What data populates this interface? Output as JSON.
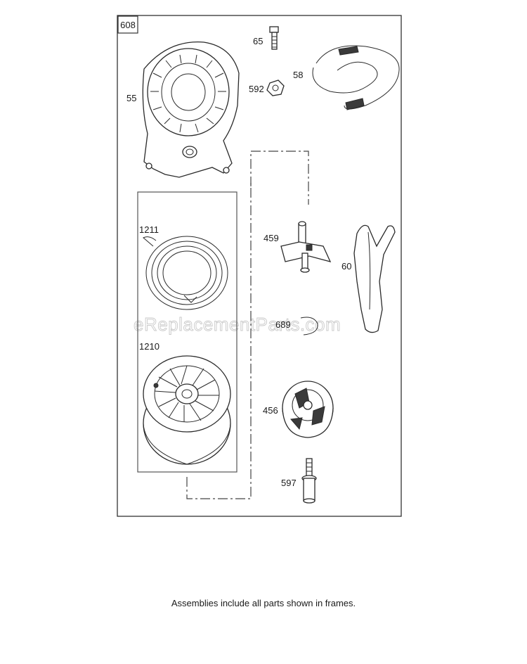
{
  "diagram": {
    "assembly_number": "608",
    "parts": [
      {
        "id": "p55",
        "label": "55"
      },
      {
        "id": "p65",
        "label": "65"
      },
      {
        "id": "p592",
        "label": "592"
      },
      {
        "id": "p58",
        "label": "58"
      },
      {
        "id": "p1211",
        "label": "1211"
      },
      {
        "id": "p459",
        "label": "459"
      },
      {
        "id": "p60",
        "label": "60"
      },
      {
        "id": "p689",
        "label": "689"
      },
      {
        "id": "p1210",
        "label": "1210"
      },
      {
        "id": "p456",
        "label": "456"
      },
      {
        "id": "p597",
        "label": "597"
      }
    ],
    "watermark": "eReplacementParts.com",
    "footer_note": "Assemblies include all parts shown in frames."
  }
}
